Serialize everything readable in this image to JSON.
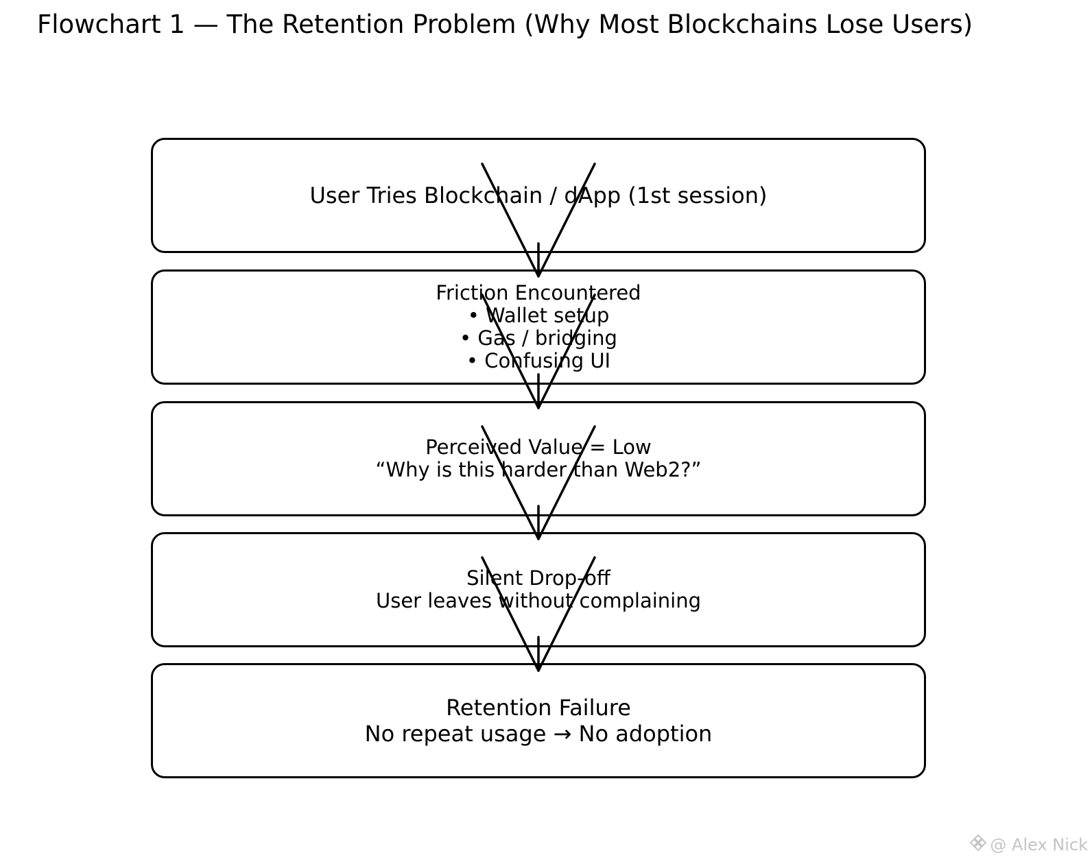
{
  "title": "Flowchart 1 — The Retention Problem (Why Most Blockchains Lose Users)",
  "nodes": [
    {
      "lines": [
        "User Tries Blockchain / dApp (1st session)"
      ]
    },
    {
      "lines": [
        "Friction Encountered",
        "• Wallet setup",
        "• Gas / bridging",
        "• Confusing UI"
      ]
    },
    {
      "lines": [
        "Perceived Value = Low",
        "“Why is this harder than Web2?”"
      ]
    },
    {
      "lines": [
        "Silent Drop-off",
        "User leaves without complaining"
      ]
    },
    {
      "lines": [
        "Retention Failure",
        "No repeat usage → No adoption"
      ]
    }
  ],
  "watermark": {
    "icon": "binance-square-icon",
    "text": "@ Alex Nick"
  },
  "colors": {
    "stroke": "#000000",
    "background": "#ffffff",
    "watermark": "#c4c4c4"
  }
}
